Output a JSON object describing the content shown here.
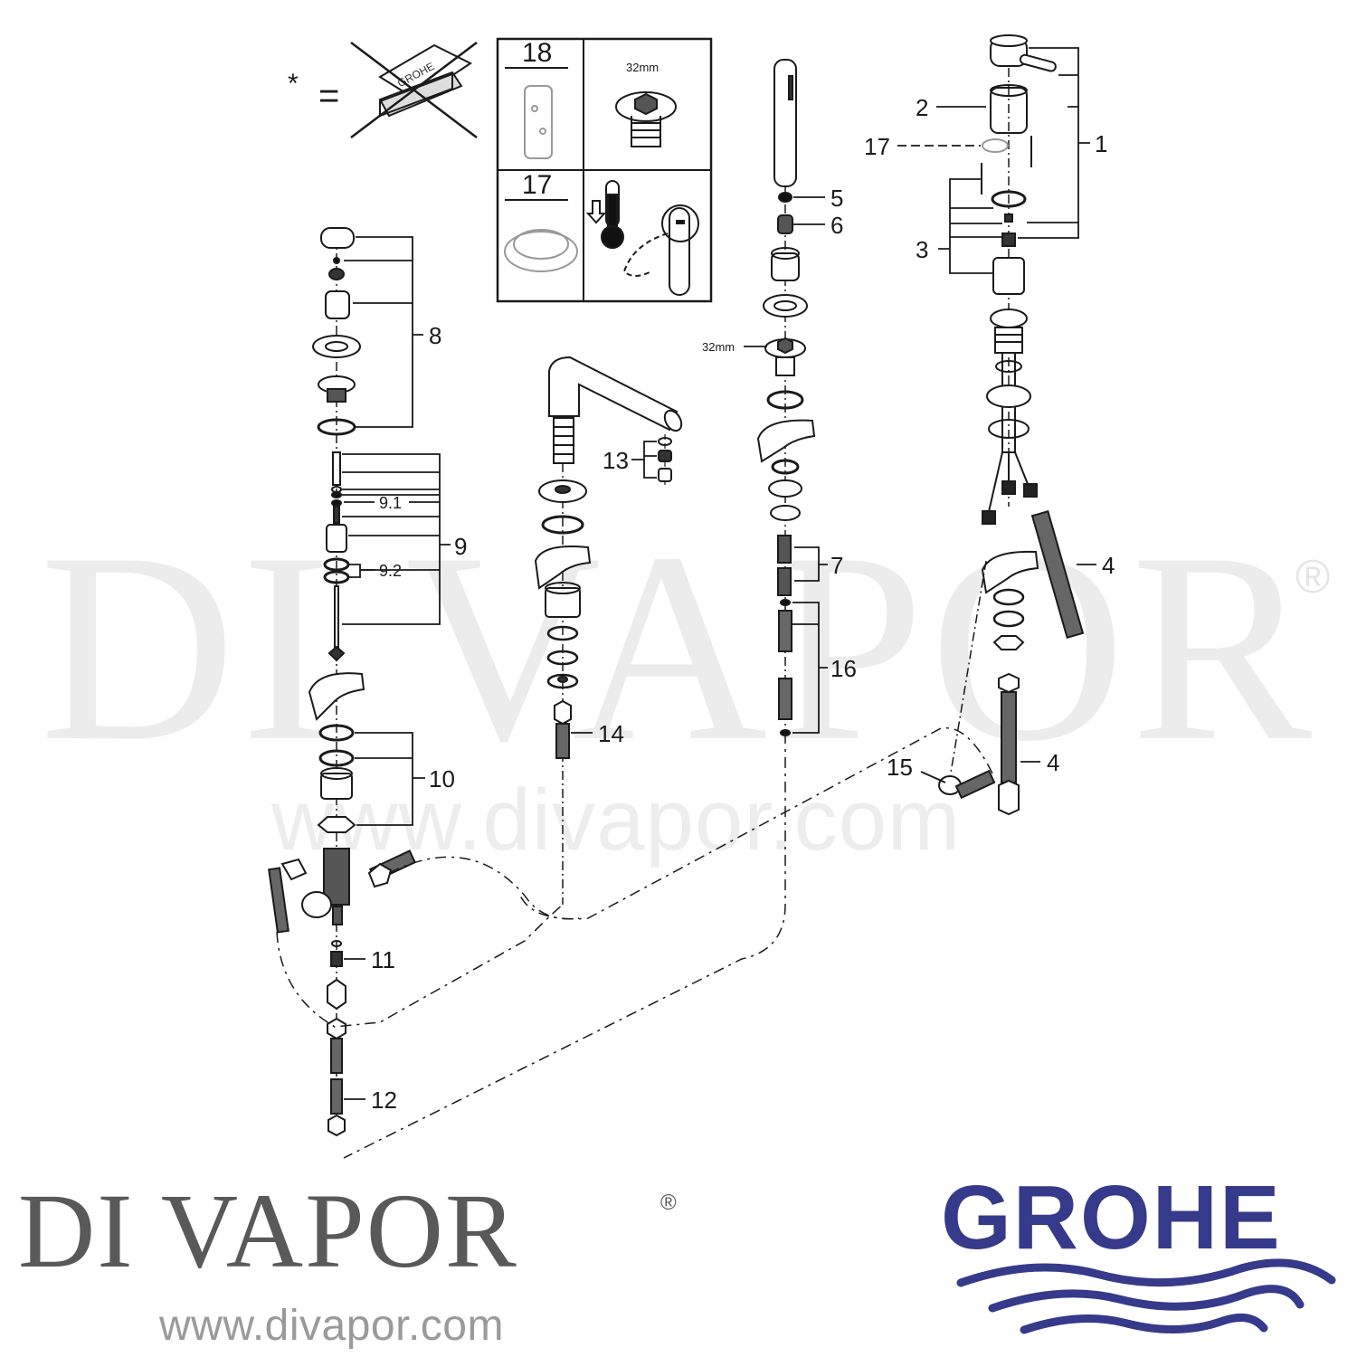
{
  "diagram": {
    "title": "GROHE mixer exploded spare parts diagram",
    "legend": {
      "asterisk_symbol": "*",
      "equals_symbol": "=",
      "note": "crossed-out GROHE package (not supplied separately)"
    },
    "inset_box": {
      "cells": [
        {
          "label": "18",
          "part": "cartridge-sleeve"
        },
        {
          "label": "32mm",
          "part": "threaded-nut"
        },
        {
          "label": "17",
          "part": "temperature-limiter"
        },
        {
          "label": "",
          "part": "temperature-adjust-instruction"
        }
      ]
    },
    "callouts": [
      {
        "id": "1",
        "label": "1"
      },
      {
        "id": "2",
        "label": "2"
      },
      {
        "id": "3",
        "label": "3"
      },
      {
        "id": "4a",
        "label": "4"
      },
      {
        "id": "4b",
        "label": "4"
      },
      {
        "id": "5",
        "label": "5"
      },
      {
        "id": "6",
        "label": "6"
      },
      {
        "id": "7",
        "label": "7"
      },
      {
        "id": "8",
        "label": "8"
      },
      {
        "id": "9",
        "label": "9"
      },
      {
        "id": "9.1",
        "label": "9.1"
      },
      {
        "id": "9.2",
        "label": "9.2"
      },
      {
        "id": "10",
        "label": "10"
      },
      {
        "id": "11",
        "label": "11"
      },
      {
        "id": "12",
        "label": "12"
      },
      {
        "id": "13",
        "label": "13"
      },
      {
        "id": "14",
        "label": "14"
      },
      {
        "id": "15",
        "label": "15"
      },
      {
        "id": "16",
        "label": "16"
      },
      {
        "id": "17",
        "label": "17"
      }
    ],
    "dimension_label": "32mm"
  },
  "watermark": {
    "big_text": "DI VAPOR",
    "registered": "®",
    "url": "www.divapor.com"
  },
  "footer": {
    "divapor_logo": "DI VAPOR",
    "divapor_registered": "®",
    "divapor_url": "www.divapor.com",
    "brand_logo": "GROHE",
    "brand_color": "#353a8a",
    "divapor_color": "#595959"
  }
}
